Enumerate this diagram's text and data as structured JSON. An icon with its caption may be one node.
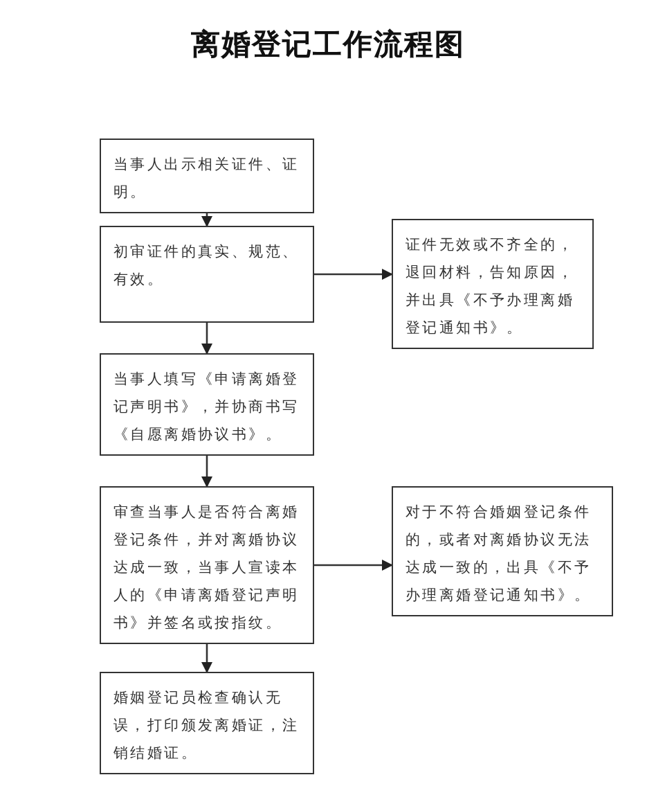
{
  "diagram": {
    "title": "离婚登记工作流程图",
    "nodes": [
      {
        "text": [
          "当事人出示相关证件、证明。"
        ]
      },
      {
        "text": [
          "初审证件的真实、规范、有效。"
        ]
      },
      {
        "text": [
          "证件无效或不齐全的，退回材料，告知原因，并出具《不予办理离婚登记通知书》。"
        ]
      },
      {
        "text": [
          "当事人填写《申请离婚登记声明书》，并协商书写《自愿离婚协议书》。"
        ]
      },
      {
        "text": [
          "审查当事人是否符合离婚登记条件，并对离婚协议达成一致，当事人宣读本人的《申请离婚登记声明书》并签名或按指纹。"
        ]
      },
      {
        "text": [
          "对于不符合婚姻登记条件的，或者对离婚协议无法达成一致的，出具《不予办理离婚登记通知书》。"
        ]
      },
      {
        "text": [
          "婚姻登记员检查确认无误，打印颁发离婚证，注销结婚证。"
        ]
      }
    ],
    "edges": [
      {
        "from": 0,
        "to": 1,
        "arrow": "to"
      },
      {
        "from": 1,
        "to": 2,
        "arrow": "to"
      },
      {
        "from": 1,
        "to": 3,
        "arrow": "to"
      },
      {
        "from": 3,
        "to": 4,
        "arrow": "to"
      },
      {
        "from": 4,
        "to": 5,
        "arrow": "to"
      },
      {
        "from": 4,
        "to": 6,
        "arrow": "to"
      }
    ]
  }
}
